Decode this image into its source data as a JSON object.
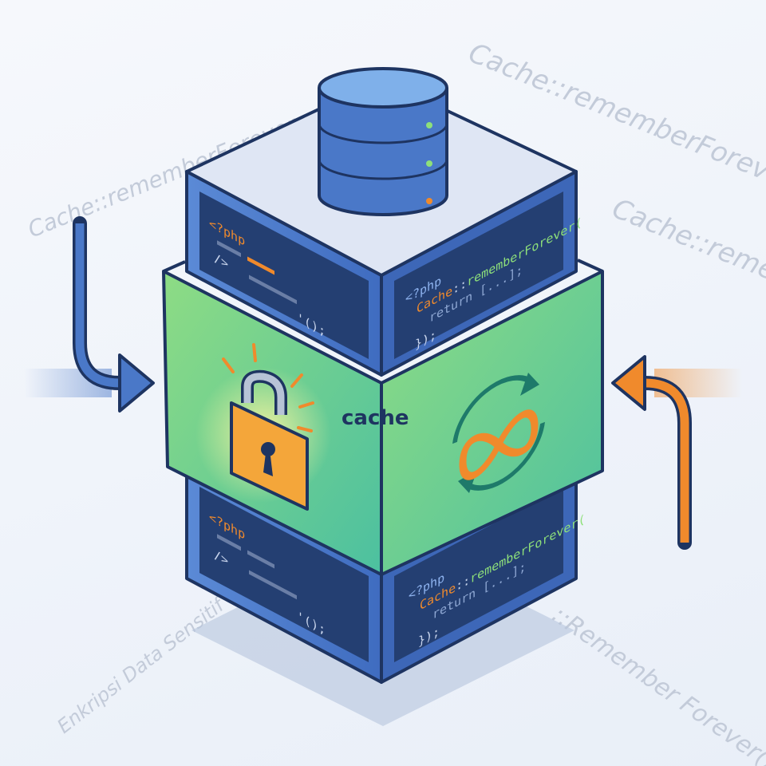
{
  "watermarks": {
    "top_left": "Cache::rememberForever",
    "top_right": "Cache::rememberForever",
    "right_middle": "Cache::remember",
    "bottom_left": "Enkripsi Data Sensitif",
    "bottom_right": "::Remember Forever()"
  },
  "band_label": "cache",
  "code_left": {
    "line1": "<?php",
    "line3": "/>",
    "line4": "'();"
  },
  "code_right": {
    "line1": "<?php",
    "line2_class": "Cache",
    "line2_sep": "::",
    "line2_method": "rememberForever(",
    "line3": "return [...];",
    "line4": "});"
  },
  "icons": [
    "database-icon",
    "lock-icon",
    "infinity-refresh-icon",
    "arrow-in-left-icon",
    "arrow-in-right-icon"
  ],
  "colors": {
    "blue": "#4a78c8",
    "navy": "#1e3461",
    "green": "#7fd68a",
    "orange": "#f08a2c",
    "code_green": "#8ee07a"
  }
}
